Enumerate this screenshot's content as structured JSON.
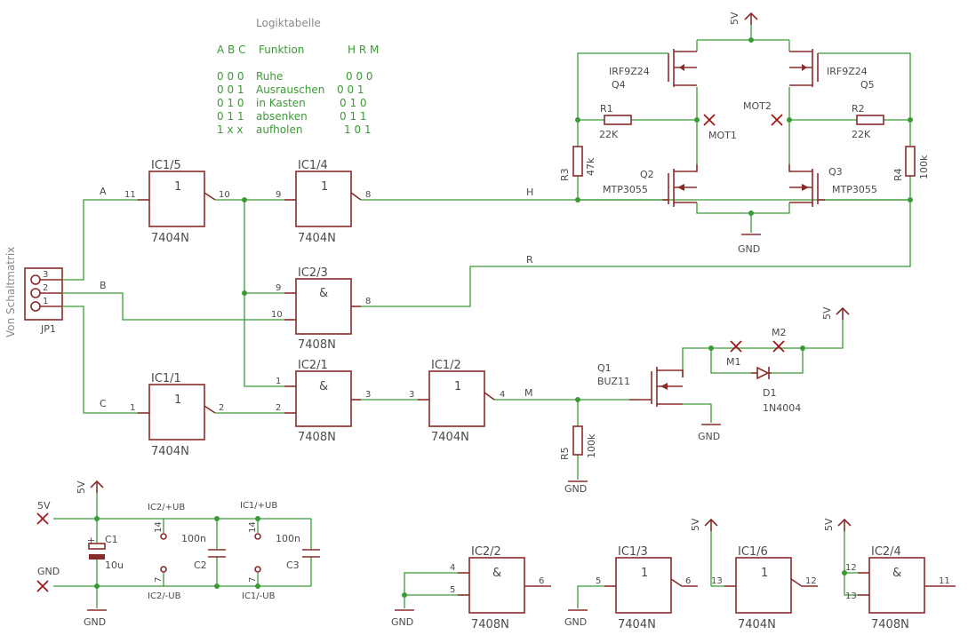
{
  "logic_table": {
    "title": "Logiktabelle",
    "header": [
      "A B C",
      "Funktion",
      "H R M"
    ],
    "rows": [
      [
        "0 0 0",
        "Ruhe",
        "0 0 0"
      ],
      [
        "0 0 1",
        "Ausrauschen",
        "0 0 1"
      ],
      [
        "0 1 0",
        "in Kasten",
        "0 1 0"
      ],
      [
        "0 1 1",
        "absenken",
        "0 1 1"
      ],
      [
        "1 x x",
        "aufholen",
        "1 0 1"
      ]
    ]
  },
  "connector": {
    "ref": "JP1",
    "side_label": "Von Schaltmatrix",
    "pins": [
      "3",
      "2",
      "1"
    ]
  },
  "nets": {
    "a": "A",
    "b": "B",
    "c": "C",
    "h": "H",
    "r": "R",
    "m": "M"
  },
  "gates": [
    {
      "ref": "IC1/5",
      "symbol": "1",
      "part": "7404N",
      "pin_in": "11",
      "pin_out": "10"
    },
    {
      "ref": "IC1/4",
      "symbol": "1",
      "part": "7404N",
      "pin_in": "9",
      "pin_out": "8"
    },
    {
      "ref": "IC2/3",
      "symbol": "&",
      "part": "7408N",
      "pin_in1": "9",
      "pin_in2": "10",
      "pin_out": "8"
    },
    {
      "ref": "IC1/1",
      "symbol": "1",
      "part": "7404N",
      "pin_in": "1",
      "pin_out": "2"
    },
    {
      "ref": "IC2/1",
      "symbol": "&",
      "part": "7408N",
      "pin_in1": "1",
      "pin_in2": "2",
      "pin_out": "3"
    },
    {
      "ref": "IC1/2",
      "symbol": "1",
      "part": "7404N",
      "pin_in": "3",
      "pin_out": "4"
    },
    {
      "ref": "IC2/2",
      "symbol": "&",
      "part": "7408N",
      "pin_in1": "4",
      "pin_in2": "5",
      "pin_out": "6"
    },
    {
      "ref": "IC1/3",
      "symbol": "1",
      "part": "7404N",
      "pin_in": "5",
      "pin_out": "6"
    },
    {
      "ref": "IC1/6",
      "symbol": "1",
      "part": "7404N",
      "pin_in": "13",
      "pin_out": "12"
    },
    {
      "ref": "IC2/4",
      "symbol": "&",
      "part": "7408N",
      "pin_in1": "12",
      "pin_in2": "13",
      "pin_out": "11"
    }
  ],
  "transistors": {
    "q4": {
      "ref": "Q4",
      "part": "IRF9Z24"
    },
    "q5": {
      "ref": "Q5",
      "part": "IRF9Z24"
    },
    "q2": {
      "ref": "Q2",
      "part": "MTP3055"
    },
    "q3": {
      "ref": "Q3",
      "part": "MTP3055"
    },
    "q1": {
      "ref": "Q1",
      "part": "BUZ11"
    }
  },
  "resistors": {
    "r1": {
      "ref": "R1",
      "value": "22K"
    },
    "r2": {
      "ref": "R2",
      "value": "22K"
    },
    "r3": {
      "ref": "R3",
      "value": "47k"
    },
    "r4": {
      "ref": "R4",
      "value": "100k"
    },
    "r5": {
      "ref": "R5",
      "value": "100k"
    }
  },
  "capacitors": {
    "c1": {
      "ref": "C1",
      "value": "10u"
    },
    "c2": {
      "ref": "C2",
      "value": "100n"
    },
    "c3": {
      "ref": "C3",
      "value": "100n"
    }
  },
  "diode": {
    "ref": "D1",
    "part": "1N4004"
  },
  "motor_points": {
    "mot1": "MOT1",
    "mot2": "MOT2",
    "m1": "M1",
    "m2": "M2"
  },
  "power": {
    "vcc": "5V",
    "gnd": "GND"
  },
  "supply_pins": {
    "ic2_vcc": "IC2/+UB",
    "ic1_vcc": "IC1/+UB",
    "ic2_gnd": "IC2/-UB",
    "ic1_gnd": "IC1/-UB",
    "vcc_pin": "14",
    "gnd_pin": "7"
  }
}
